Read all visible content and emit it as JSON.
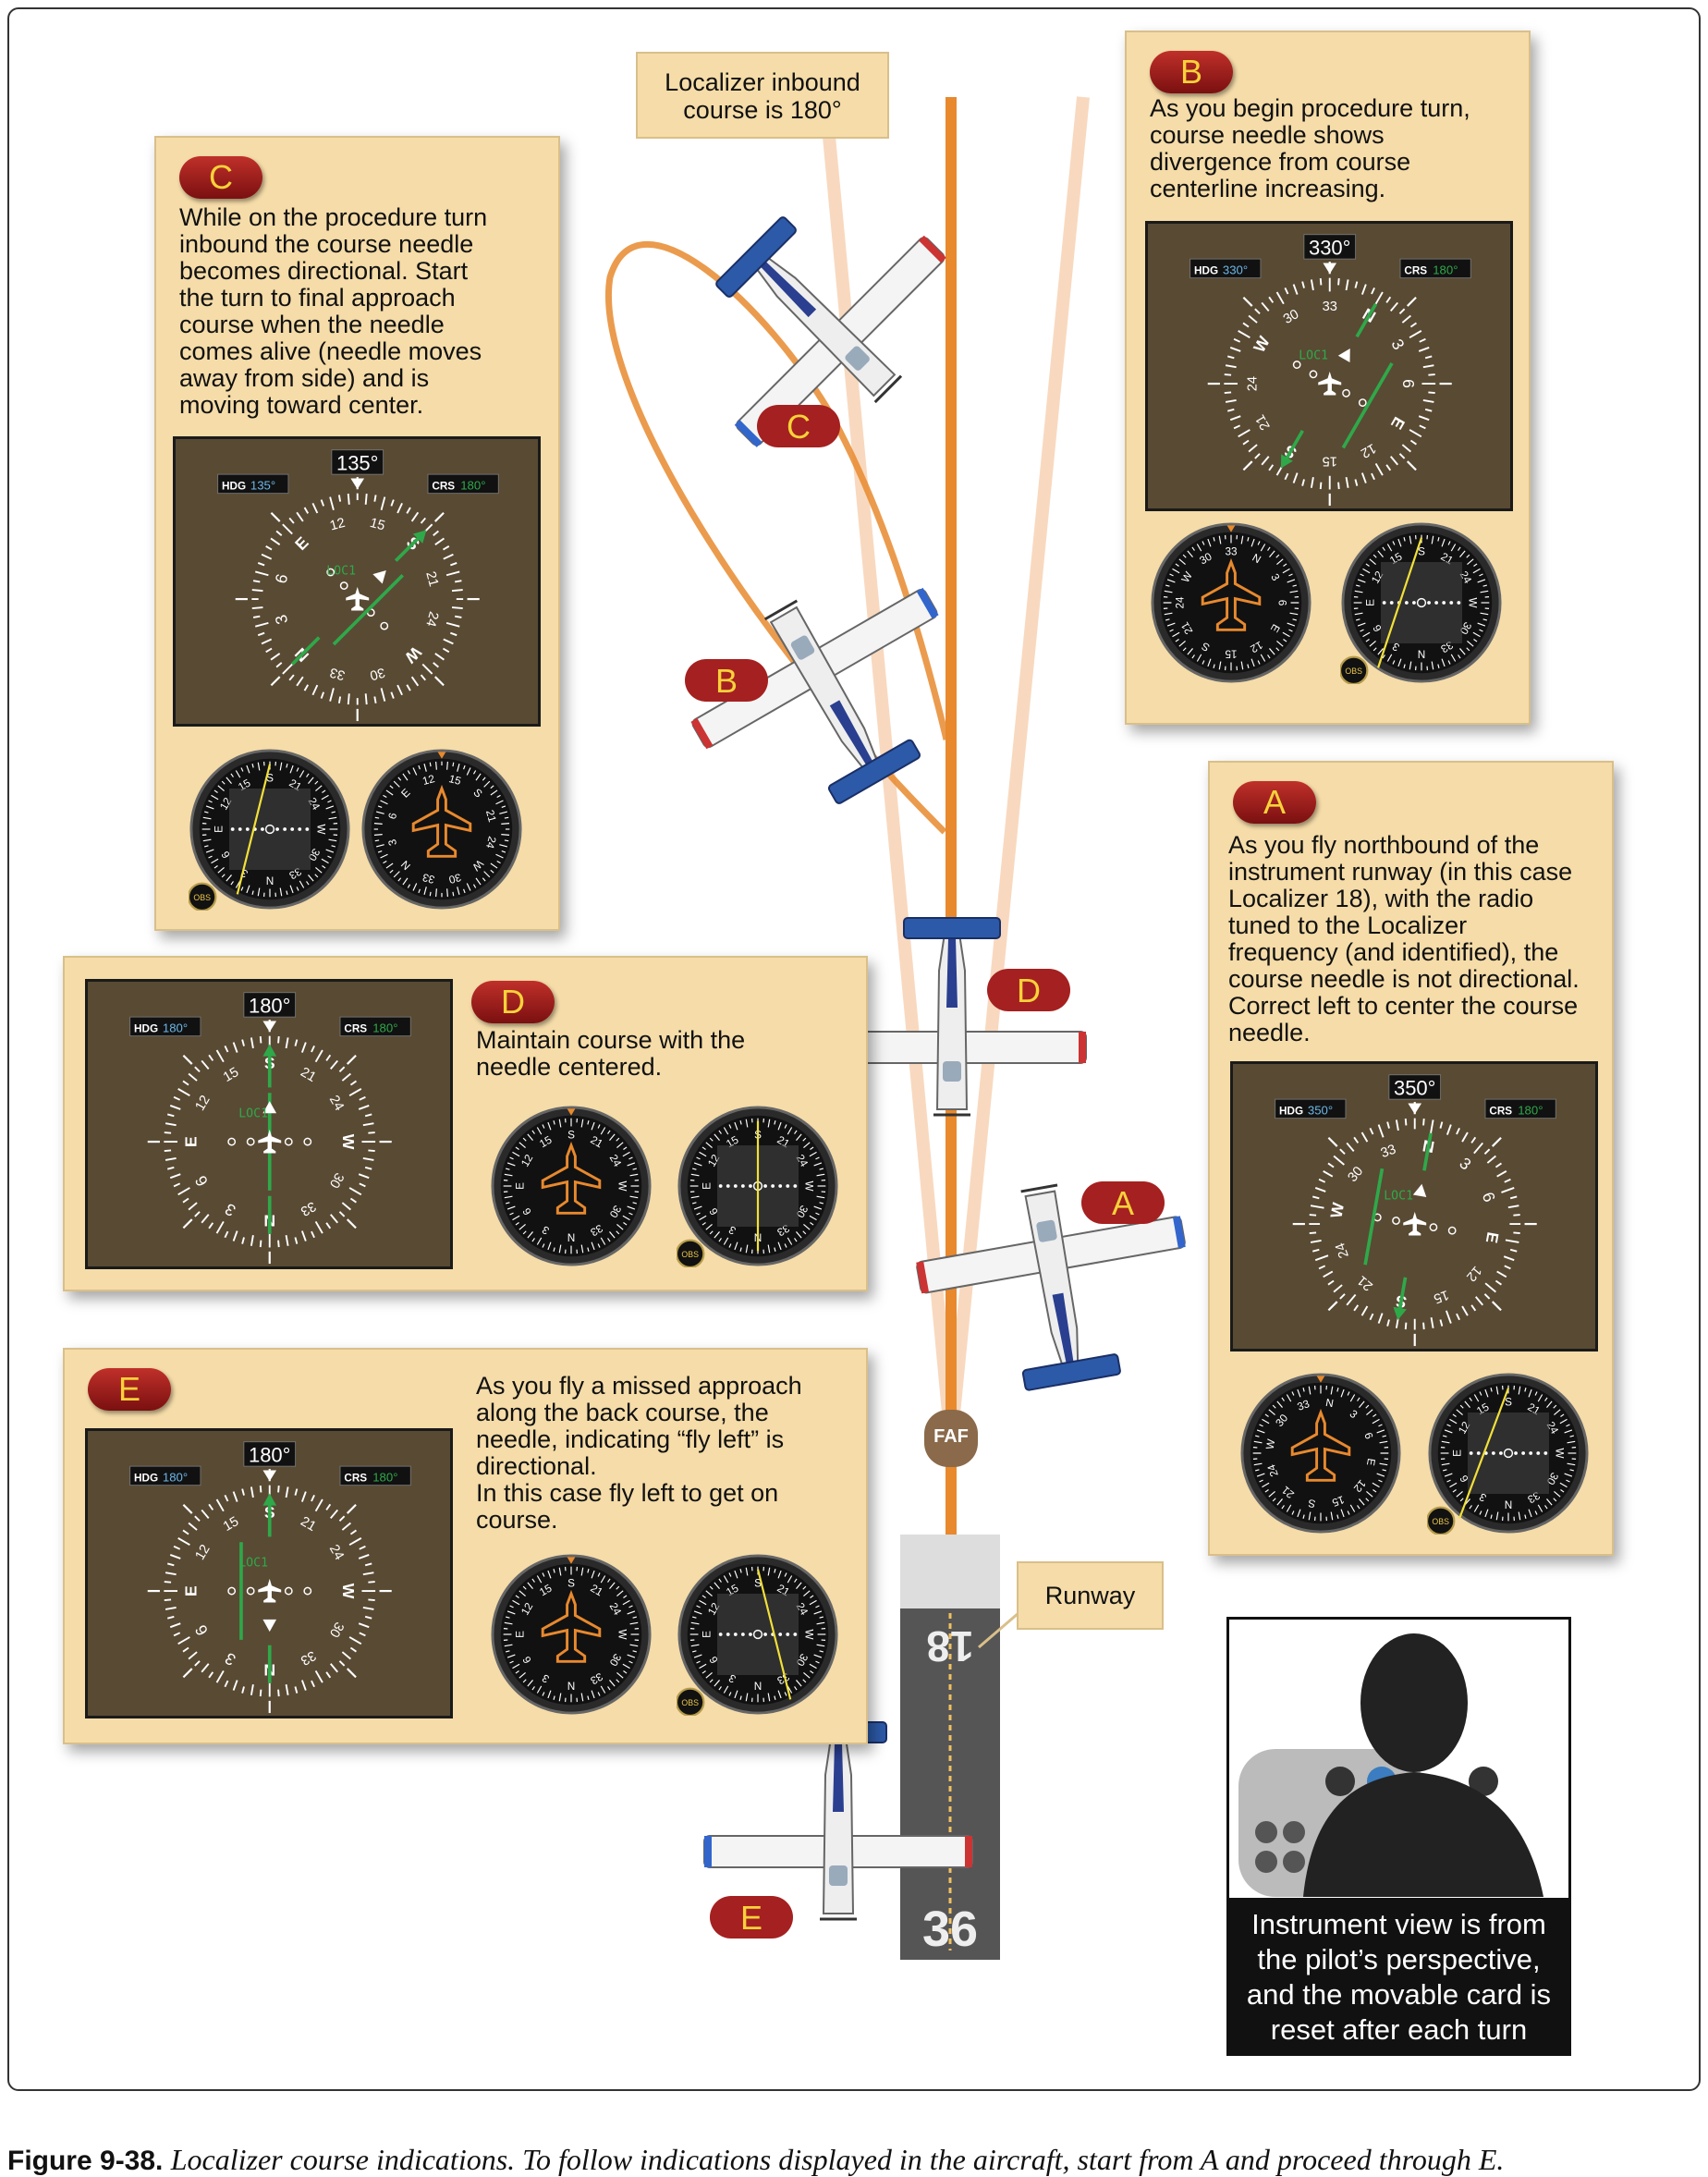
{
  "callout_localizer": {
    "line1": "Localizer inbound",
    "line2": "course is 180°"
  },
  "runway_label": "Runway",
  "runway_numbers": {
    "top": "18",
    "bottom": "36"
  },
  "faf_label": "FAF",
  "pilot_caption": [
    "Instrument view is from",
    "the pilot’s perspective,",
    "and the movable card is",
    "reset after each turn"
  ],
  "caption": {
    "label": "Figure 9-38.",
    "text": "Localizer course indications. To follow indications displayed in the aircraft, start from A and proceed through E."
  },
  "card_labels": [
    "N",
    "3",
    "6",
    "E",
    "12",
    "15",
    "S",
    "21",
    "24",
    "W",
    "30",
    "33"
  ],
  "colors": {
    "panel": "#f5dca8",
    "hsi_bg": "#594a33",
    "badge": "#a52020",
    "badge_text": "#f7d23a",
    "beam": "#e8892e",
    "needle": "#2fa84a",
    "cdi_needle": "#f2e03a"
  },
  "panels": {
    "A": {
      "letter": "A",
      "lines": [
        "As you fly northbound of the",
        "instrument runway (in this case",
        "Localizer 18), with the radio",
        "tuned to the Localizer",
        "frequency (and identified), the",
        "course needle is not directional.",
        "Correct left to center the course",
        "needle."
      ],
      "hsi": {
        "heading_box": "350°",
        "hdg_label": "HDG",
        "hdg_value": "350°",
        "crs_label": "CRS",
        "crs_value": "180°",
        "loc": "LOC1",
        "heading": 350,
        "course": 180,
        "deviation": 2.2,
        "to_from": "from"
      },
      "dg_heading": 350,
      "cdi_course": 180,
      "cdi_deflection": -0.9
    },
    "B": {
      "letter": "B",
      "lines": [
        "As you begin procedure turn,",
        "course needle shows",
        "divergence from course",
        "centerline increasing."
      ],
      "hsi": {
        "heading_box": "330°",
        "hdg_label": "HDG",
        "hdg_value": "330°",
        "crs_label": "CRS",
        "crs_value": "180°",
        "loc": "LOC1",
        "heading": 330,
        "course": 180,
        "deviation": -2.3,
        "to_from": "from"
      },
      "dg_heading": 330,
      "cdi_course": 180,
      "cdi_deflection": -0.8
    },
    "C": {
      "letter": "C",
      "lines": [
        "While on the procedure turn",
        "inbound the course needle",
        "becomes directional. Start",
        "the turn to final approach",
        "course when the needle",
        "comes alive (needle moves",
        "away from side) and is",
        "moving toward center."
      ],
      "hsi": {
        "heading_box": "135°",
        "hdg_label": "HDG",
        "hdg_value": "135°",
        "crs_label": "CRS",
        "crs_value": "180°",
        "loc": "LOC1",
        "heading": 135,
        "course": 180,
        "deviation": 0.8,
        "to_from": "to"
      },
      "dg_heading": 135,
      "cdi_course": 180,
      "cdi_deflection": -0.6
    },
    "D": {
      "letter": "D",
      "lines": [
        "Maintain course with the",
        "needle centered."
      ],
      "hsi": {
        "heading_box": "180°",
        "hdg_label": "HDG",
        "hdg_value": "180°",
        "crs_label": "CRS",
        "crs_value": "180°",
        "loc": "LOC1",
        "heading": 180,
        "course": 180,
        "deviation": 0,
        "to_from": "to"
      },
      "dg_heading": 180,
      "cdi_course": 180,
      "cdi_deflection": 0
    },
    "E": {
      "letter": "E",
      "lines": [
        "As you fly a missed approach",
        "along the back course, the",
        "needle, indicating “fly left” is",
        "directional.",
        "In this case fly left to get on",
        "course."
      ],
      "hsi": {
        "heading_box": "180°",
        "hdg_label": "HDG",
        "hdg_value": "180°",
        "crs_label": "CRS",
        "crs_value": "180°",
        "loc": "LOC1",
        "heading": 180,
        "course": 180,
        "deviation": -1.5,
        "to_from": "from"
      },
      "dg_heading": 180,
      "cdi_course": 180,
      "cdi_deflection": 0.6
    }
  },
  "obs_label": "OBS",
  "map_badges": [
    "C",
    "B",
    "D",
    "A",
    "E"
  ]
}
